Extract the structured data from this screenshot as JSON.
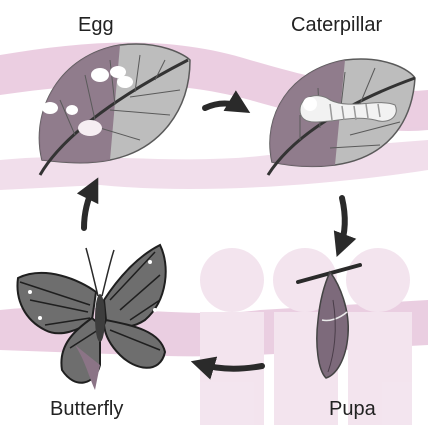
{
  "diagram": {
    "stages": {
      "egg": "Egg",
      "caterpillar": "Caterpillar",
      "pupa": "Pupa",
      "butterfly": "Butterfly"
    },
    "colors": {
      "background": "#ffffff",
      "watermark": "#e7c6dc",
      "leaf_light": "#bdbdbd",
      "leaf_dark": "#8b7486",
      "arrow": "#2a2a2a",
      "caterpillar": "#f2f2f2",
      "pupa": "#7d6a7b",
      "butterfly_wing": "#6e6e6e",
      "butterfly_vein": "#1f1f1f"
    },
    "icons": [
      "leaf-with-eggs-icon",
      "leaf-with-caterpillar-icon",
      "chrysalis-icon",
      "butterfly-icon",
      "cycle-arrow-icon"
    ]
  }
}
